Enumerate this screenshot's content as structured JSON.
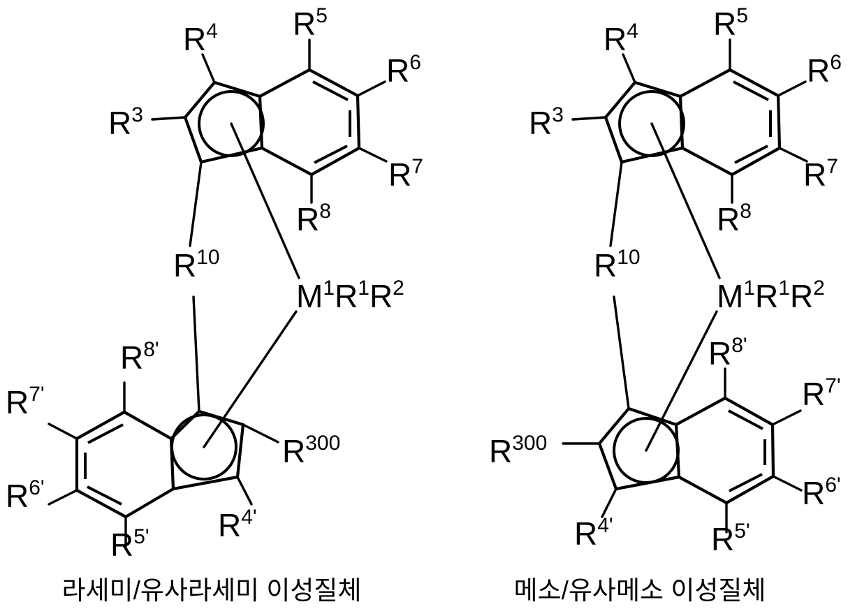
{
  "figure": {
    "type": "chemical-structure-pair",
    "description": "Two metallocene complexes: racemic/pseudo-racemic isomer and meso/pseudo-meso isomer"
  },
  "captions": {
    "left": "라세미/유사라세미 이성질체",
    "right": "메소/유사메소 이성질체"
  },
  "structures": [
    {
      "id": "left-structure",
      "name": "racemic-pseudo-racemic-isomer",
      "upper_ring": {
        "name": "upper-indenyl",
        "orientation": "cyclopentadienyl-left-benzo-right",
        "substituents": [
          {
            "name": "R3",
            "base": "R",
            "sup": "3"
          },
          {
            "name": "R4",
            "base": "R",
            "sup": "4"
          },
          {
            "name": "R5",
            "base": "R",
            "sup": "5"
          },
          {
            "name": "R6",
            "base": "R",
            "sup": "6"
          },
          {
            "name": "R7",
            "base": "R",
            "sup": "7"
          },
          {
            "name": "R8",
            "base": "R",
            "sup": "8"
          }
        ]
      },
      "bridge": {
        "name": "R10",
        "base": "R",
        "sup": "10"
      },
      "metal": {
        "name": "M1R1R2",
        "parts": [
          {
            "base": "M",
            "sup": "1"
          },
          {
            "base": "R",
            "sup": "1"
          },
          {
            "base": "R",
            "sup": "2"
          }
        ]
      },
      "lower_ring": {
        "name": "lower-indenyl",
        "orientation": "benzo-left-cyclopentadienyl-right",
        "substituents": [
          {
            "name": "R4p",
            "base": "R",
            "sup": "4'"
          },
          {
            "name": "R5p",
            "base": "R",
            "sup": "5'"
          },
          {
            "name": "R6p",
            "base": "R",
            "sup": "6'"
          },
          {
            "name": "R7p",
            "base": "R",
            "sup": "7'"
          },
          {
            "name": "R8p",
            "base": "R",
            "sup": "8'"
          },
          {
            "name": "R300",
            "base": "R",
            "sup": "300"
          }
        ]
      }
    },
    {
      "id": "right-structure",
      "name": "meso-pseudo-meso-isomer",
      "upper_ring": {
        "name": "upper-indenyl",
        "orientation": "cyclopentadienyl-left-benzo-right",
        "substituents": [
          {
            "name": "R3",
            "base": "R",
            "sup": "3"
          },
          {
            "name": "R4",
            "base": "R",
            "sup": "4"
          },
          {
            "name": "R5",
            "base": "R",
            "sup": "5"
          },
          {
            "name": "R6",
            "base": "R",
            "sup": "6"
          },
          {
            "name": "R7",
            "base": "R",
            "sup": "7"
          },
          {
            "name": "R8",
            "base": "R",
            "sup": "8"
          }
        ]
      },
      "bridge": {
        "name": "R10",
        "base": "R",
        "sup": "10"
      },
      "metal": {
        "name": "M1R1R2",
        "parts": [
          {
            "base": "M",
            "sup": "1"
          },
          {
            "base": "R",
            "sup": "1"
          },
          {
            "base": "R",
            "sup": "2"
          }
        ]
      },
      "lower_ring": {
        "name": "lower-indenyl",
        "orientation": "cyclopentadienyl-left-benzo-right",
        "substituents": [
          {
            "name": "R4p",
            "base": "R",
            "sup": "4'"
          },
          {
            "name": "R5p",
            "base": "R",
            "sup": "5'"
          },
          {
            "name": "R6p",
            "base": "R",
            "sup": "6'"
          },
          {
            "name": "R7p",
            "base": "R",
            "sup": "7'"
          },
          {
            "name": "R8p",
            "base": "R",
            "sup": "8'"
          },
          {
            "name": "R300",
            "base": "R",
            "sup": "300"
          }
        ]
      }
    }
  ],
  "labels": {
    "L_R3": {
      "base": "R",
      "sup": "3"
    },
    "L_R4": {
      "base": "R",
      "sup": "4"
    },
    "L_R5": {
      "base": "R",
      "sup": "5"
    },
    "L_R6": {
      "base": "R",
      "sup": "6"
    },
    "L_R7": {
      "base": "R",
      "sup": "7"
    },
    "L_R8": {
      "base": "R",
      "sup": "8"
    },
    "L_R10": {
      "base": "R",
      "sup": "10"
    },
    "L_M": {
      "base": "M",
      "sup": "1"
    },
    "L_MR1": {
      "base": "R",
      "sup": "1"
    },
    "L_MR2": {
      "base": "R",
      "sup": "2"
    },
    "L_R4p": {
      "base": "R",
      "sup": "4'"
    },
    "L_R5p": {
      "base": "R",
      "sup": "5'"
    },
    "L_R6p": {
      "base": "R",
      "sup": "6'"
    },
    "L_R7p": {
      "base": "R",
      "sup": "7'"
    },
    "L_R8p": {
      "base": "R",
      "sup": "8'"
    },
    "L_R300": {
      "base": "R",
      "sup": "300"
    }
  },
  "colors": {
    "ink": "#000000",
    "background": "#ffffff"
  }
}
